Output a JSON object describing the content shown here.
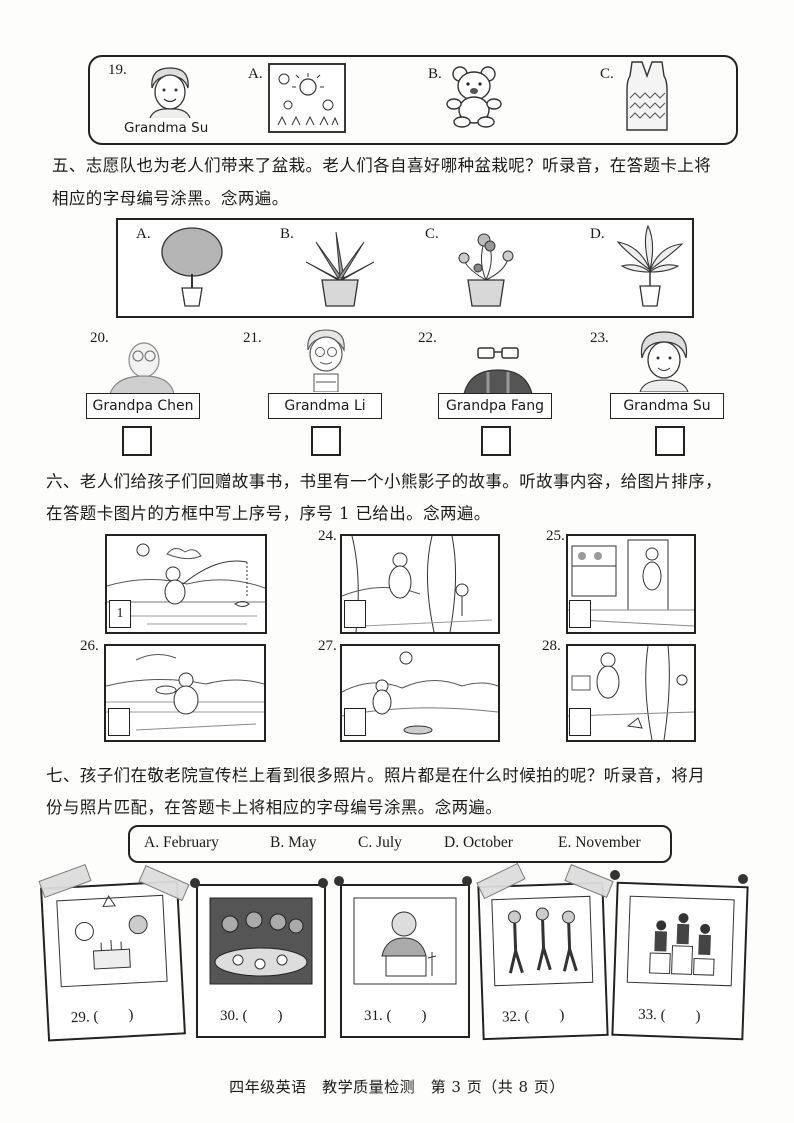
{
  "q19": {
    "number": "19.",
    "person": "Grandma Su",
    "options": [
      "A.",
      "B.",
      "C."
    ],
    "icons": [
      "drawing-icon",
      "teddy-bear-icon",
      "sweater-vest-icon"
    ]
  },
  "section5": {
    "instruction_line1": "五、志愿队也为老人们带来了盆栽。老人们各自喜好哪种盆栽呢？听录音，在答题卡上将",
    "instruction_line2": "相应的字母编号涂黑。念两遍。",
    "plants": [
      {
        "label": "A.",
        "icon": "round-tree-plant-icon"
      },
      {
        "label": "B.",
        "icon": "spiky-leaf-plant-icon"
      },
      {
        "label": "C.",
        "icon": "flower-plant-icon"
      },
      {
        "label": "D.",
        "icon": "lily-plant-icon"
      }
    ],
    "people": [
      {
        "number": "20.",
        "name": "Grandpa Chen"
      },
      {
        "number": "21.",
        "name": "Grandma Li"
      },
      {
        "number": "22.",
        "name": "Grandpa Fang"
      },
      {
        "number": "23.",
        "name": "Grandma Su"
      }
    ]
  },
  "section6": {
    "instruction_line1": "六、老人们给孩子们回赠故事书，书里有一个小熊影子的故事。听故事内容，给图片排序，",
    "instruction_line2": "在答题卡图片的方框中写上序号，序号 1 已给出。念两遍。",
    "panels": [
      {
        "number": "",
        "given": "1"
      },
      {
        "number": "24.",
        "given": ""
      },
      {
        "number": "25.",
        "given": ""
      },
      {
        "number": "26.",
        "given": ""
      },
      {
        "number": "27.",
        "given": ""
      },
      {
        "number": "28.",
        "given": ""
      }
    ]
  },
  "section7": {
    "instruction_line1": "七、孩子们在敬老院宣传栏上看到很多照片。照片都是在什么时候拍的呢？听录音，将月",
    "instruction_line2": "份与照片匹配，在答题卡上将相应的字母编号涂黑。念两遍。",
    "months": [
      "A. February",
      "B. May",
      "C. July",
      "D. October",
      "E. November"
    ],
    "photos": [
      "29. (　　)",
      "30. (　　)",
      "31. (　　)",
      "32. (　　)",
      "33. (　　)"
    ]
  },
  "footer": "四年级英语　教学质量检测　第 3 页（共 8 页）"
}
